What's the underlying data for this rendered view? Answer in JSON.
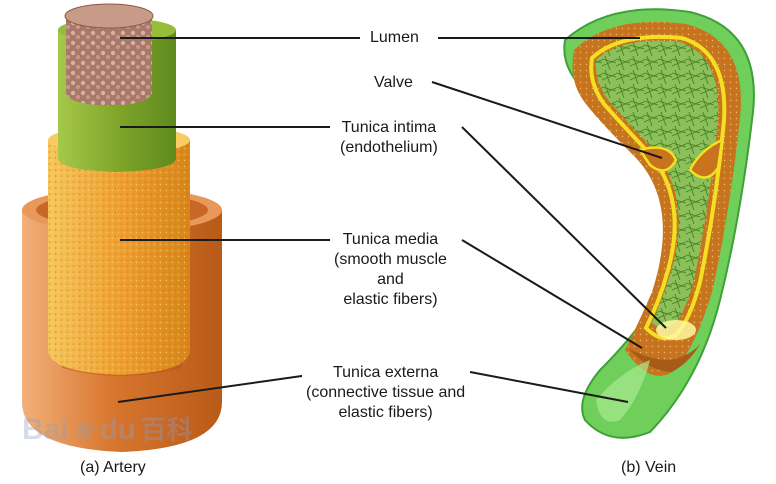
{
  "labels": {
    "lumen": "Lumen",
    "valve": "Valve",
    "intima_line1": "Tunica intima",
    "intima_line2": "(endothelium)",
    "media_line1": "Tunica media",
    "media_line2": "(smooth muscle",
    "media_line3": "and",
    "media_line4": "elastic fibers)",
    "externa_line1": "Tunica externa",
    "externa_line2": "(connective tissue and",
    "externa_line3": "elastic fibers)"
  },
  "captions": {
    "artery": "(a) Artery",
    "vein": "(b) Vein"
  },
  "watermark": {
    "text_left": "Bai",
    "text_mid": "du",
    "text_right": "百科"
  },
  "colors": {
    "externa": "#d8762e",
    "media": "#f0a030",
    "intima": "#7fa62a",
    "lumen": "#a8786a",
    "vein_outer": "#6fcf5a",
    "vein_inner": "#9bd06a",
    "leader": "#1a1a1a"
  }
}
